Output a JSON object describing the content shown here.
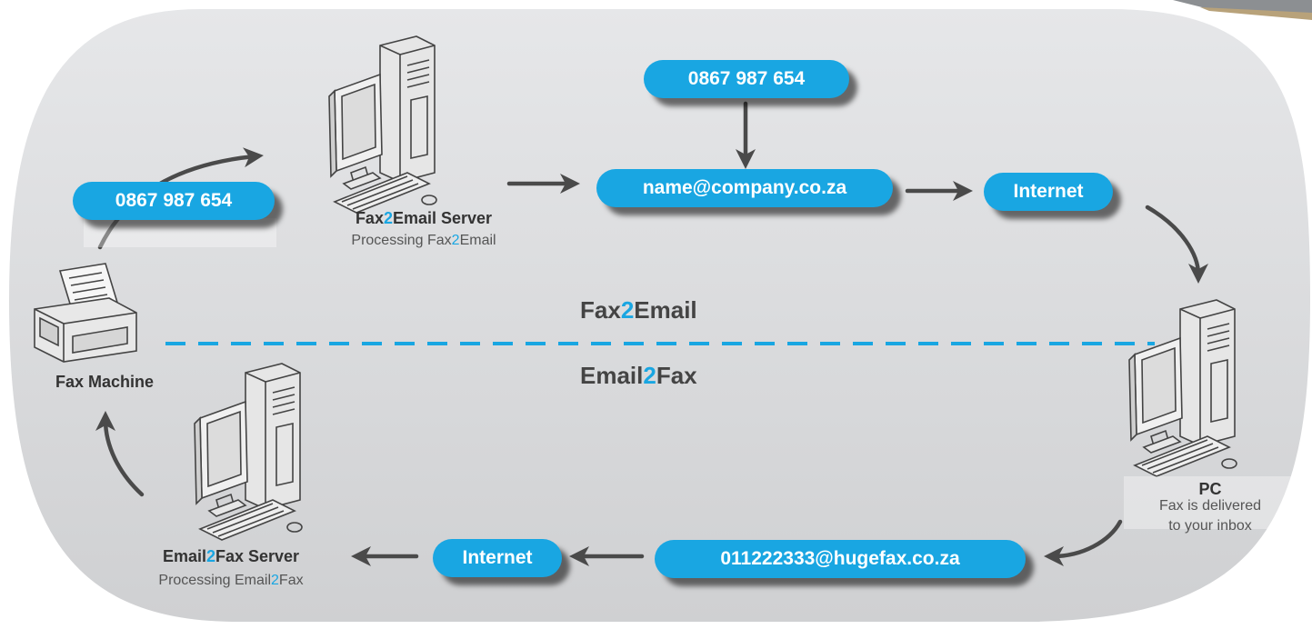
{
  "colors": {
    "accent": "#19a6e2",
    "background_panel": "#dcdddf",
    "arrow": "#4a4a4a",
    "divider": "#19a6e2"
  },
  "pills": {
    "fax_number_top": "0867 987 654",
    "fax_number_left": "0867 987 654",
    "email_address": "name@company.co.za",
    "internet_top": "Internet",
    "hugefax_address": "011222333@hugefax.co.za",
    "internet_bottom": "Internet"
  },
  "fax2email_server": {
    "title": {
      "pre": "Fax",
      "num": "2",
      "post": "Email Server"
    },
    "subtitle": {
      "pre": "Processing Fax",
      "num": "2",
      "post": "Email"
    }
  },
  "email2fax_server": {
    "title": {
      "pre": "Email",
      "num": "2",
      "post": "Fax Server"
    },
    "subtitle": {
      "pre": "Processing Email",
      "num": "2",
      "post": "Fax"
    }
  },
  "fax_machine": {
    "label": "Fax Machine"
  },
  "pc": {
    "label": "PC",
    "line1": "Fax is delivered",
    "line2": "to your inbox"
  },
  "sections": {
    "fax2email": {
      "pre": "Fax",
      "num": "2",
      "post": "Email"
    },
    "email2fax": {
      "pre": "Email",
      "num": "2",
      "post": "Fax"
    }
  },
  "icons": [
    "computer-tower-icon",
    "fax-machine-icon",
    "arrow-icon"
  ]
}
